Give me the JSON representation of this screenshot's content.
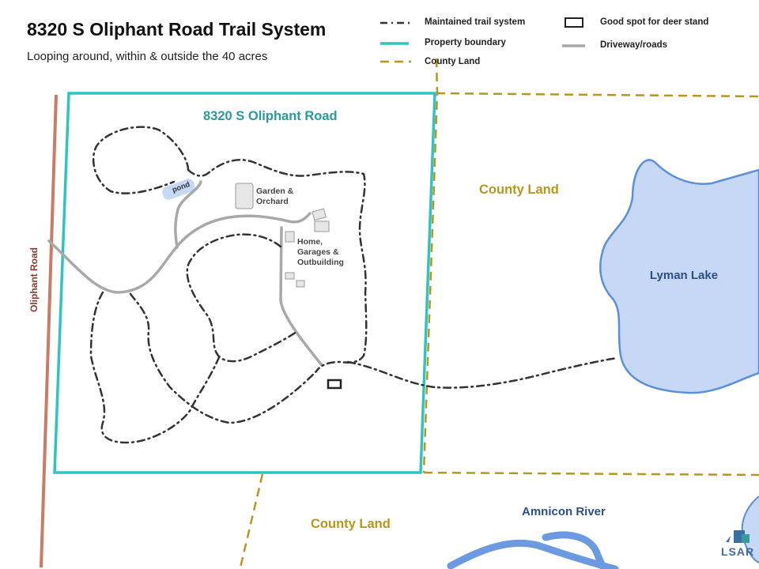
{
  "title": "8320 S Oliphant Road Trail System",
  "subtitle": "Looping around, within & outside the 40 acres",
  "legend": {
    "trail": "Maintained trail system",
    "boundary": "Property boundary",
    "county": "County Land",
    "deer_stand": "Good spot for deer stand",
    "roads": "Driveway/roads"
  },
  "labels": {
    "property": "8320 S Oliphant Road",
    "county_east": "County Land",
    "county_south": "County Land",
    "lake": "Lyman Lake",
    "river": "Amnicon River",
    "road": "Oliphant Road",
    "pond": "pond",
    "garden": "Garden & Orchard",
    "home": "Home, Garages & Outbuilding",
    "logo": "LSAR"
  },
  "colors": {
    "boundary": "#2fc4c4",
    "county": "#b8961e",
    "trail": "#333333",
    "road": "#a8a8a8",
    "water": "#c6d8f5",
    "water_edge": "#5b8fd9",
    "oliphant_road": "#c97b63"
  }
}
